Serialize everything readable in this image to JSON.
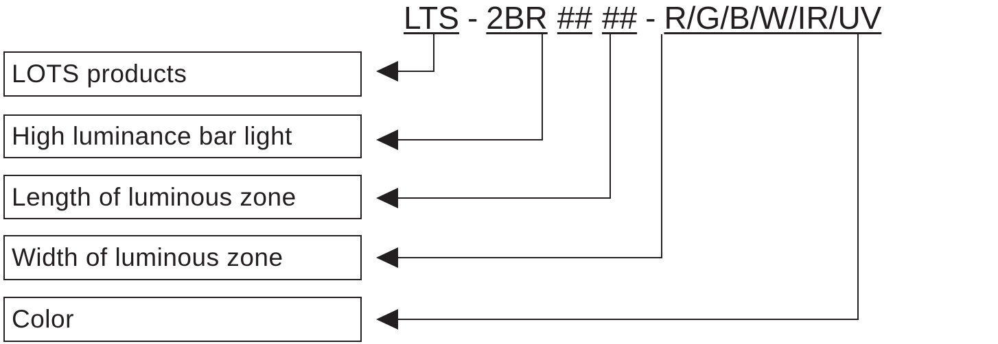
{
  "code": {
    "prefix": "LTS",
    "sep1": "-",
    "series": "2BR",
    "length_code": "##",
    "width_code": "##",
    "sep2": "-",
    "color_code": "R/G/B/W/IR/UV"
  },
  "labels": [
    "LOTS products",
    "High luminance bar light",
    "Length of luminous zone",
    "Width of luminous zone",
    "Color"
  ],
  "line_color": "#231f20"
}
